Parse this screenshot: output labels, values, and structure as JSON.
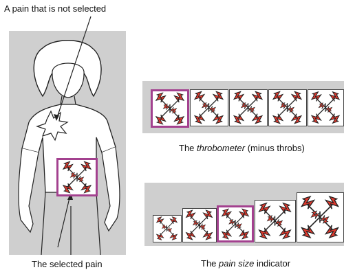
{
  "labels": {
    "not_selected": "A pain that is not selected",
    "selected": "The selected pain",
    "throbometer_pre": "The ",
    "throbometer_em": "throbometer",
    "throbometer_post": " (minus throbs)",
    "painsize_pre": "The ",
    "painsize_em": "pain size",
    "painsize_post": " indicator"
  },
  "colors": {
    "panel_gray": "#cfcfcf",
    "selection_purple": "#a3418f",
    "bolt_red": "#e23a2e"
  },
  "icons": {
    "pain": "pain-lightning-icon",
    "star": "starburst-pain-icon"
  }
}
